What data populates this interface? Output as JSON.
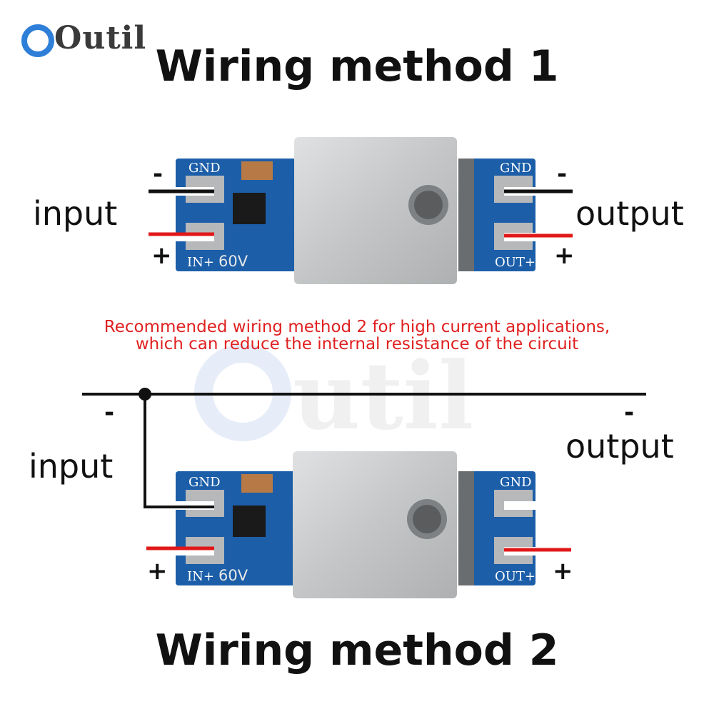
{
  "brand": {
    "name": "Outil",
    "accent": "#2e7fd8"
  },
  "method1": {
    "title": "Wiring method 1",
    "input_label": "input",
    "output_label": "output",
    "input_minus": "-",
    "input_plus": "+",
    "output_minus": "-",
    "output_plus": "+"
  },
  "note": {
    "line1": "Recommended wiring method 2 for high current applications,",
    "line2": "which can reduce the internal resistance of the circuit",
    "color": "#e02020"
  },
  "method2": {
    "title": "Wiring method 2",
    "input_label": "input",
    "output_label": "output",
    "input_minus": "-",
    "input_plus": "+",
    "output_minus": "-",
    "output_plus": "+"
  },
  "board": {
    "gnd_left": "GND",
    "gnd_right": "GND",
    "in_plus": "IN+",
    "voltage": "60V",
    "out_plus": "OUT+",
    "pcb_color": "#1c5ea8",
    "heatsink_color": "#c9cbcc"
  },
  "wires": {
    "negative_color": "#111111",
    "positive_color": "#e01818"
  }
}
